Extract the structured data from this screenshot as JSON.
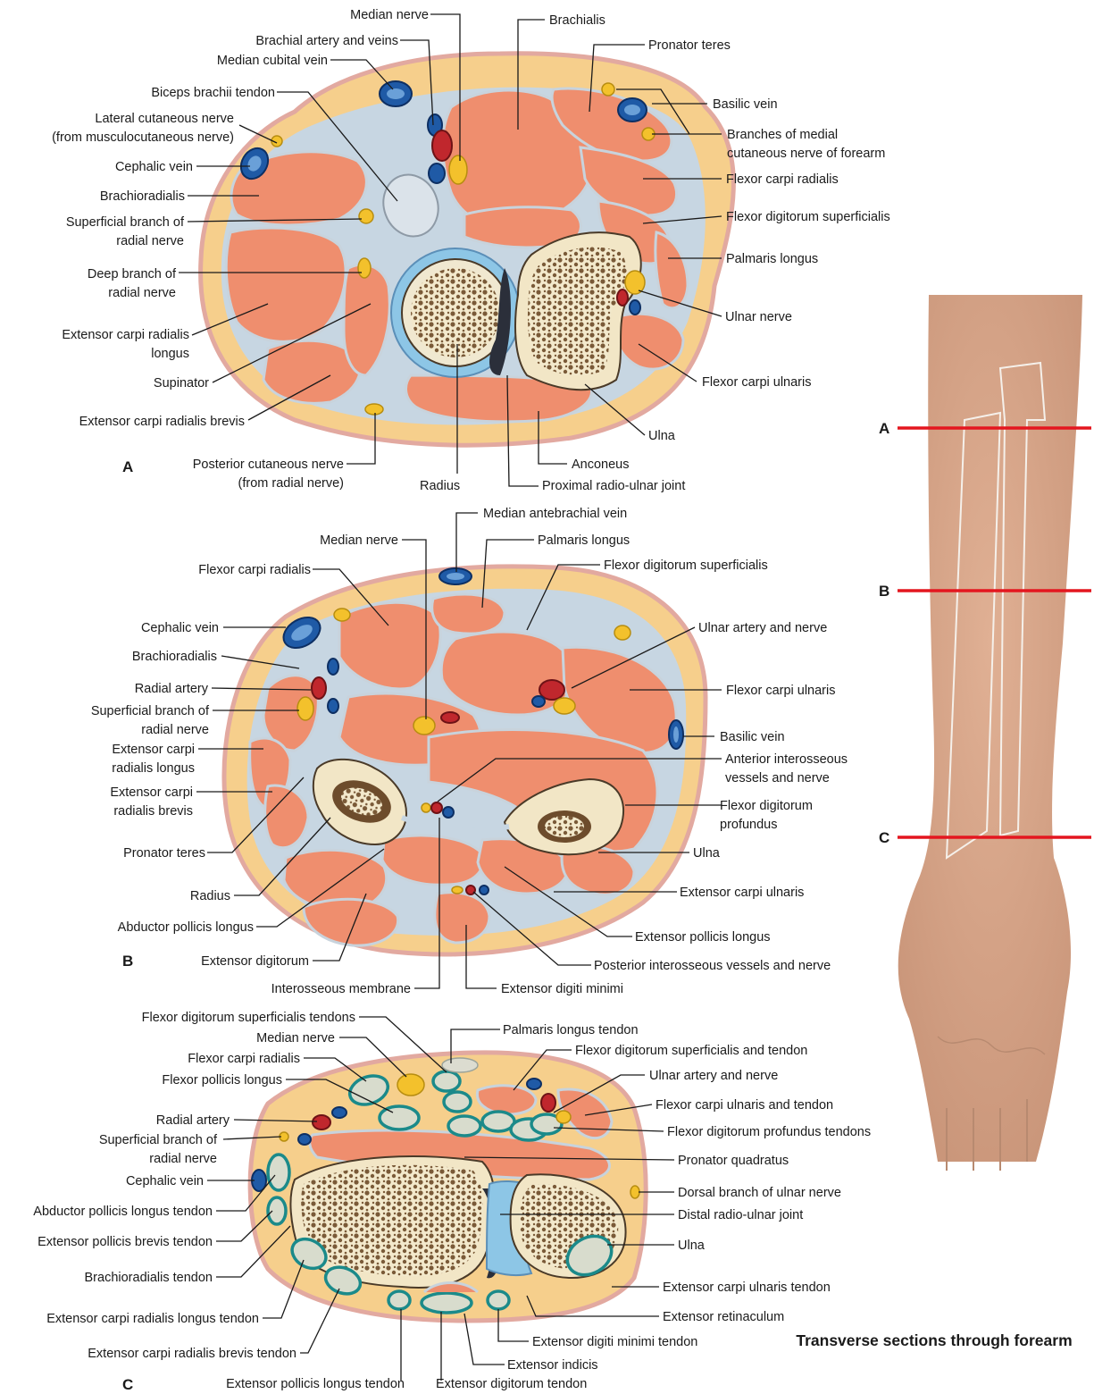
{
  "figure_title": "Transverse sections through forearm",
  "sections": {
    "A": {
      "letter": "A",
      "labels": [
        "Median nerve",
        "Brachialis",
        "Brachial artery and veins",
        "Pronator teres",
        "Median cubital vein",
        "Biceps brachii tendon",
        "Basilic vein",
        "Lateral cutaneous nerve",
        "(from musculocutaneous nerve)",
        "Branches of medial",
        "cutaneous nerve of forearm",
        "Cephalic vein",
        "Flexor carpi radialis",
        "Brachioradialis",
        "Flexor digitorum superficialis",
        "Superficial branch of",
        "radial nerve",
        "Palmaris longus",
        "Deep branch of",
        "radial nerve",
        "Ulnar nerve",
        "Extensor carpi radialis",
        "longus",
        "Supinator",
        "Flexor carpi ulnaris",
        "Extensor carpi radialis brevis",
        "Ulna",
        "Posterior cutaneous nerve",
        "(from radial nerve)",
        "Anconeus",
        "Radius",
        "Proximal radio-ulnar joint"
      ]
    },
    "B": {
      "letter": "B",
      "labels": [
        "Median antebrachial vein",
        "Median nerve",
        "Palmaris longus",
        "Flexor carpi radialis",
        "Flexor digitorum superficialis",
        "Cephalic vein",
        "Ulnar artery and nerve",
        "Brachioradialis",
        "Radial artery",
        "Flexor carpi ulnaris",
        "Superficial branch of",
        "radial nerve",
        "Basilic vein",
        "Extensor carpi",
        "radialis longus",
        "Anterior interosseous",
        "vessels and nerve",
        "Extensor carpi",
        "radialis brevis",
        "Flexor digitorum",
        "profundus",
        "Pronator teres",
        "Ulna",
        "Radius",
        "Extensor carpi ulnaris",
        "Abductor pollicis longus",
        "Extensor pollicis longus",
        "Extensor digitorum",
        "Posterior interosseous vessels and nerve",
        "Interosseous membrane",
        "Extensor digiti minimi"
      ]
    },
    "C": {
      "letter": "C",
      "labels": [
        "Flexor digitorum superficialis tendons",
        "Palmaris longus tendon",
        "Median nerve",
        "Flexor digitorum superficialis and tendon",
        "Flexor carpi radialis",
        "Ulnar artery and nerve",
        "Flexor pollicis longus",
        "Flexor carpi ulnaris and tendon",
        "Radial artery",
        "Flexor digitorum profundus tendons",
        "Superficial branch of",
        "radial nerve",
        "Pronator quadratus",
        "Cephalic vein",
        "Dorsal branch of ulnar nerve",
        "Abductor pollicis longus tendon",
        "Distal radio-ulnar joint",
        "Extensor pollicis brevis tendon",
        "Ulna",
        "Brachioradialis tendon",
        "Extensor carpi ulnaris tendon",
        "Extensor carpi radialis longus tendon",
        "Extensor retinaculum",
        "Extensor carpi radialis brevis tendon",
        "Extensor digiti minimi tendon",
        "Extensor indicis",
        "Extensor pollicis longus tendon",
        "Extensor digitorum tendon"
      ]
    }
  },
  "arm_markers": [
    "A",
    "B",
    "C"
  ]
}
